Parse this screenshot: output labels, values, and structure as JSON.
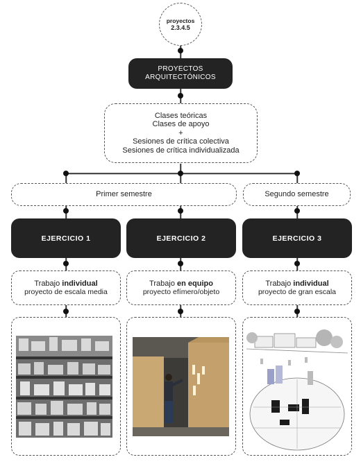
{
  "top_node": {
    "line1": "proyectos",
    "line2": "2.3.4.5"
  },
  "main_title": {
    "line1": "PROYECTOS",
    "line2": "ARQUITECTÓNICOS"
  },
  "classes": {
    "line1": "Clases teóricas",
    "line2": "Clases de apoyo",
    "line3": "+",
    "line4": "Sesiones de crítica colectiva",
    "line5": "Sesiones de crítica individualizada"
  },
  "semesters": {
    "first": "Primer semestre",
    "second": "Segundo semestre"
  },
  "exercises": [
    {
      "title": "EJERCICIO 1",
      "work_prefix": "Trabajo ",
      "work_mode": "individual",
      "project": "proyecto de escala media"
    },
    {
      "title": "EJERCICIO 2",
      "work_prefix": "Trabajo ",
      "work_mode": "en equipo",
      "project": "proyecto efímero/objeto"
    },
    {
      "title": "EJERCICIO 3",
      "work_prefix": "Trabajo ",
      "work_mode": "individual",
      "project": "proyecto de gran escala"
    }
  ],
  "colors": {
    "dark_box": "#232323",
    "line": "#333333",
    "plywood": "#c9a874"
  }
}
